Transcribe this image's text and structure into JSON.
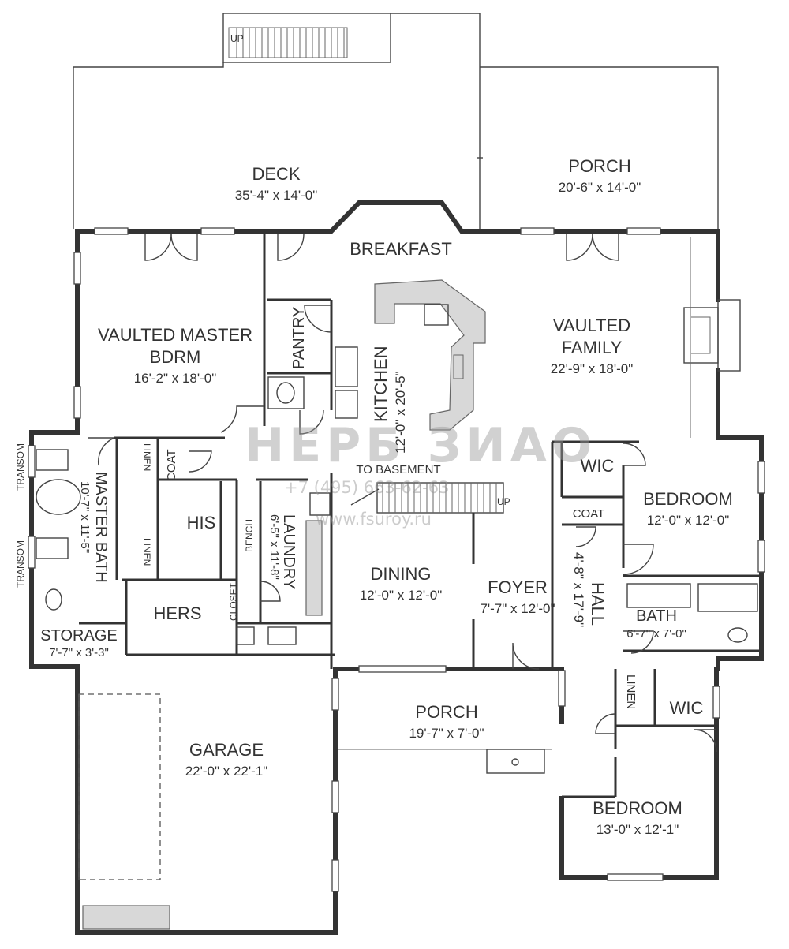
{
  "rooms": {
    "deck": {
      "name": "DECK",
      "dim": "35'-4\" x 14'-0\""
    },
    "porch_rear": {
      "name": "PORCH",
      "dim": "20'-6\" x 14'-0\""
    },
    "breakfast": {
      "name": "BREAKFAST"
    },
    "master_bdrm": {
      "name1": "VAULTED MASTER",
      "name2": "BDRM",
      "dim": "16'-2\" x 18'-0\""
    },
    "pantry": {
      "name": "PANTRY"
    },
    "kitchen": {
      "name": "KITCHEN",
      "dim": "12'-0\" x 20'-5\""
    },
    "family": {
      "name1": "VAULTED",
      "name2": "FAMILY",
      "dim": "22'-9\" x 18'-0\""
    },
    "wic_right": {
      "name": "WIC"
    },
    "bedroom_upper": {
      "name": "BEDROOM",
      "dim": "12'-0\" x 12'-0\""
    },
    "coat_hall": {
      "name": "COAT"
    },
    "hall": {
      "name": "HALL",
      "dim": "4'-8\" x 17'-9\""
    },
    "bath": {
      "name": "BATH",
      "dim": "6'-7\" x 7'-0\""
    },
    "linen_top": {
      "name": "LINEN"
    },
    "linen_bottom": {
      "name": "LINEN"
    },
    "coat_master": {
      "name": "COAT"
    },
    "his": {
      "name": "HIS"
    },
    "hers": {
      "name": "HERS"
    },
    "bench": {
      "name": "BENCH"
    },
    "laundry": {
      "name": "LAUNDRY",
      "dim": "6'-5\" x 11'-8\""
    },
    "closet": {
      "name": "CLOSET"
    },
    "master_bath": {
      "name": "MASTER BATH",
      "dim": "10'-7\" x 11'-5\""
    },
    "transom_top": {
      "name": "TRANSOM"
    },
    "transom_bottom": {
      "name": "TRANSOM"
    },
    "storage": {
      "name": "STORAGE",
      "dim": "7'-7\" x 3'-3\""
    },
    "dining": {
      "name": "DINING",
      "dim": "12'-0\" x 12'-0\""
    },
    "foyer": {
      "name": "FOYER",
      "dim": "7'-7\" x 12'-0\""
    },
    "to_basement": {
      "name": "TO BASEMENT"
    },
    "porch_front": {
      "name": "PORCH",
      "dim": "19'-7\" x 7'-0\""
    },
    "linen_hall": {
      "name": "LINEN"
    },
    "wic_lower": {
      "name": "WIC"
    },
    "bedroom_lower": {
      "name": "BEDROOM",
      "dim": "13'-0\" x 12'-1\""
    },
    "garage": {
      "name": "GARAGE",
      "dim": "22'-0\" x 22'-1\""
    }
  },
  "stairs": {
    "deck_up": "UP",
    "basement_up": "UP"
  },
  "watermark": {
    "brand": "НЕРБ ЗИАО",
    "phone": "+7 (495) 663-62-63",
    "url": "www.fsuroy.ru"
  }
}
